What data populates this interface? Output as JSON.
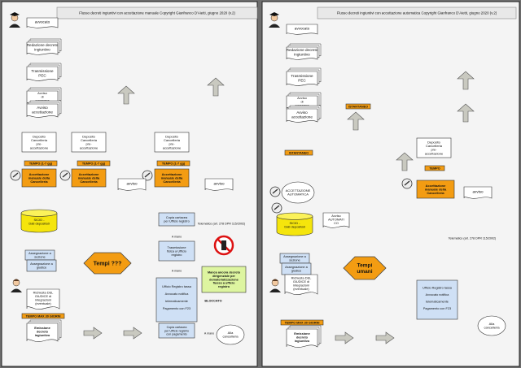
{
  "left": {
    "title": "Flusso decreti ingiuntivi con accettazione manuale Copyright Gianfranco D'Aietti, giugno 2020 (v.2)",
    "avvocato": "avvocato",
    "redazione": [
      "Redazione decreto",
      "ingiuntivo"
    ],
    "trasmissione": [
      "Trasmissione",
      "PEC"
    ],
    "avviso_consegna": [
      "Avviso",
      "di",
      "consegna"
    ],
    "avviso_accettazione": [
      "Avviso",
      "accettazione"
    ],
    "deposito1": [
      "Deposito",
      "Cancelleria",
      "pre-",
      "accettazione"
    ],
    "deposito2": [
      "Deposito",
      "Cancelleria",
      "pre-",
      "accettazione"
    ],
    "deposito3": [
      "Deposito",
      "Cancelleria",
      "pre-",
      "accettazione"
    ],
    "tempo_label": "TEMPO (1-7 gg)",
    "acc1": [
      "Accettazione",
      "manuale della",
      "Cancelleria"
    ],
    "acc2": [
      "Accettazione",
      "manuale della",
      "Cancelleria"
    ],
    "acc3": [
      "Accettazione",
      "manuale della",
      "Cancelleria"
    ],
    "avviso": "avviso",
    "sicid": [
      "SICID -",
      "Dati depositati"
    ],
    "assegnazione_sezione": [
      "Assegnazione a",
      "sezione"
    ],
    "assegnazione_giudice": [
      "Assegnazione a",
      "giudice"
    ],
    "richiesta": [
      "Richiesta DEL",
      "GIUDICE di",
      "integrazioni",
      "(eventuale)"
    ],
    "tempo_max": "TEMPO MAX 30 GIORNI",
    "emissione": [
      "Emissione",
      "decreto",
      "ingiuntivo"
    ],
    "tempi": "Tempi ???",
    "copia_cartacea": [
      "Copia cartacea",
      "per Ufficio registro"
    ],
    "a_mano": "A mano",
    "trasmissione_fisica": [
      "Trasmissione",
      "fisica a Ufficio",
      "registro"
    ],
    "telematico": "Telematico (art. 278 DPR 115/2002)",
    "ufficio_registro": [
      "Ufficio Registro tassa",
      "Avvocato notifica",
      "telematicamente",
      "Pagamento con F23"
    ],
    "copia_pagamento": [
      "Copia cartacea",
      "per Ufficio registro",
      "con pagamento"
    ],
    "alla_cancelleria": [
      "Alla",
      "cancelleria"
    ],
    "manca": [
      "Manca ancora decreto",
      "dirigenziale per",
      "dematerializzazione",
      "flusso a ufficio",
      "registro"
    ],
    "bloccato": "BLOCCATO"
  },
  "right": {
    "title": "Flusso decreti ingiuntivi con accettazione automatica Copyright Gianfranco D'Aietti, giugno 2020 (v.2)",
    "avvocato": "avvocato",
    "redazione": [
      "Redazione decreto",
      "ingiuntivo"
    ],
    "trasmissione": [
      "Trasmissione",
      "PEC"
    ],
    "avviso_consegna": [
      "Avviso",
      "di",
      "consegna"
    ],
    "avviso_accettazione": [
      "Avviso",
      "accettazione"
    ],
    "istantaneo": "ISTANTANEO",
    "accettazione_auto": [
      "ACCETTAZIONE",
      "AUTOMATICA"
    ],
    "avviso_auto": [
      "Avviso",
      "AUTOMATI",
      "CO"
    ],
    "sicid": [
      "SICID -",
      "Dati depositati"
    ],
    "assegnazione_sezione": [
      "Assegnazione a",
      "sezione"
    ],
    "assegnazione_giudice": [
      "Assegnazione a",
      "giudice"
    ],
    "richiesta": [
      "Richiesta DEL",
      "GIUDICE di",
      "integrazioni",
      "(eventuale)"
    ],
    "tempo_max": "TEMPO MAX 30 GIORNI",
    "emissione": [
      "Emissione",
      "decreto",
      "ingiuntivo"
    ],
    "tempi": [
      "Tempi",
      "umani"
    ],
    "deposito": [
      "Deposito",
      "Cancelleria",
      "pre-",
      "accettazione"
    ],
    "tempo": "TEMPO",
    "acc_manuale": [
      "Accettazione",
      "manuale della",
      "Cancelleria"
    ],
    "avviso": "avviso",
    "telematico": "Telematico (art. 278 DPR 115/2002)",
    "ufficio_registro": [
      "Ufficio Registro tassa",
      "Avvocato notifica",
      "telematicamente",
      "Pagamento con F23"
    ],
    "alla_cancelleria": [
      "Alla",
      "cancelleria"
    ]
  },
  "colors": {
    "orange": "#f39c12",
    "yellow": "#f5e50c",
    "red": "#dd1111",
    "blue": "#2255cc",
    "green_box": "#ddf5a0"
  }
}
